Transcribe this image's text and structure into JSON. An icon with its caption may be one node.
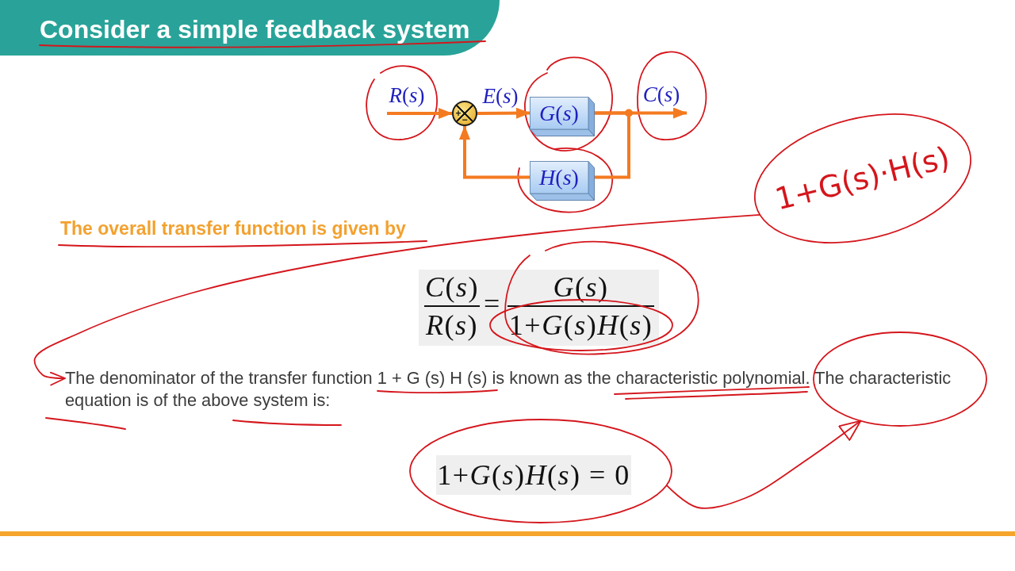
{
  "diagram": {
    "title": "Consider a simple feedback system",
    "nodes": [
      {
        "text": [
          "+",
          "−"
        ]
      },
      {
        "text": [
          "*G*(*s*)"
        ]
      },
      {
        "text": [
          "*H*(*s*)"
        ]
      },
      {
        "text": [
          "1+G(s)·H(s)"
        ]
      },
      {
        "text": [
          "The denominator of the transfer function 1 + G (s) H (s) is known as the characteristic polynomial. The characteristic equation is of the above system is:"
        ]
      },
      {
        "text": [],
        "shape": "circle"
      },
      {
        "text": [
          "1+*G*(*s*)*H*(*s*) = 0"
        ]
      }
    ],
    "edges": [
      {
        "from": null,
        "to": 0,
        "arrow": "to",
        "label": "*R*(*s*)"
      },
      {
        "from": 0,
        "to": 1,
        "arrow": "to",
        "label": "*E*(*s*)"
      },
      {
        "from": 1,
        "to": null,
        "arrow": "to",
        "label": "*C*(*s*)"
      },
      {
        "from": 1,
        "to": 2,
        "arrow": "none"
      },
      {
        "from": 2,
        "to": 0,
        "arrow": "to"
      },
      {
        "from": 3,
        "to": 4,
        "arrow": "to",
        "color": "#d4161c"
      },
      {
        "from": 6,
        "to": 5,
        "arrow": "to",
        "color": "#d4161c"
      }
    ],
    "labels": [
      "The overall transfer function is given by",
      "*C*(*s*)",
      "*R*(*s*)",
      "=",
      "*G*(*s*)",
      "1+*G*(*s*)*H*(*s*)"
    ]
  }
}
